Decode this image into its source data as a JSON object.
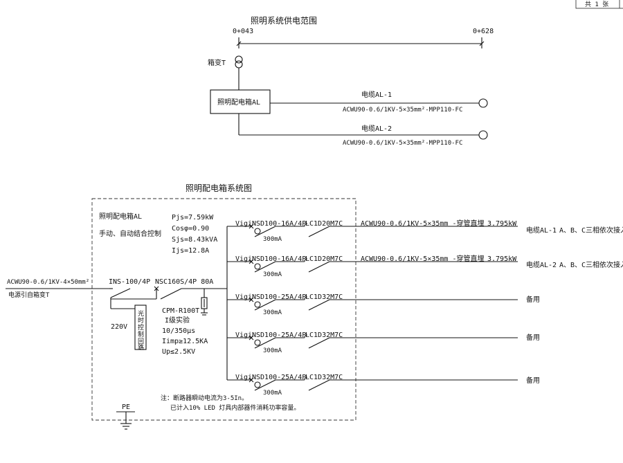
{
  "header": {
    "sheet_count": "共 1 张"
  },
  "supply_range": {
    "title": "照明系统供电范围",
    "start_label": "0+043",
    "end_label": "0+628",
    "transformer_label": "箱变T",
    "panel_label": "照明配电箱AL",
    "feeders": [
      {
        "name": "电缆AL-1",
        "cable": "ACWU90-0.6/1KV-5×35mm²-MPP110-FC"
      },
      {
        "name": "电缆AL-2",
        "cable": "ACWU90-0.6/1KV-5×35mm²-MPP110-FC"
      }
    ]
  },
  "panel_system": {
    "title": "照明配电箱系统图",
    "panel_name": "照明配电箱AL",
    "control_mode": "手动、自动结合控制",
    "load_params": [
      "Pjs=7.59kW",
      "Cosφ=0.90",
      "Sjs=8.43kVA",
      "Ijs=12.8A"
    ],
    "incoming_cable": "ACWU90-0.6/1KV-4×50mm²",
    "incoming_source": "电源引自箱变T",
    "main_switch": "INS-100/4P",
    "main_breaker": "NSC160S/4P 80A",
    "spd_specs": [
      "CPM-R100T",
      "I级实验",
      "10/350μs",
      "Iimp≥12.5KA",
      "Up≤2.5KV"
    ],
    "control_voltage": "220V",
    "control_loop_chars": [
      "光",
      "时",
      "控",
      "制",
      "回",
      "路"
    ],
    "pe_label": "PE",
    "notes": [
      "注：断路器瞬动电流为3-5In。",
      "已计入10% LED 灯具内部器件消耗功率容量。"
    ],
    "outgoing": [
      {
        "vigi": "Vigi",
        "breaker": "NSD100-16A/4P",
        "rcd": "300mA",
        "contactor": "LC1D20M7C",
        "cable": "ACWU90-0.6/1KV-5×35mm -穿管直埋",
        "power": "3.795kW",
        "dest": "电缆AL-1",
        "phase_note": "A、B、C三相依次接入"
      },
      {
        "vigi": "Vigi",
        "breaker": "NSD100-16A/4P",
        "rcd": "300mA",
        "contactor": "LC1D20M7C",
        "cable": "ACWU90-0.6/1KV-5×35mm -穿管直埋",
        "power": "3.795kW",
        "dest": "电缆AL-2",
        "phase_note": "A、B、C三相依次接入"
      },
      {
        "vigi": "Vigi",
        "breaker": "NSD100-25A/4P",
        "rcd": "300mA",
        "contactor": "LC1D32M7C",
        "cable": "",
        "power": "",
        "dest": "备用",
        "phase_note": ""
      },
      {
        "vigi": "Vigi",
        "breaker": "NSD100-25A/4P",
        "rcd": "300mA",
        "contactor": "LC1D32M7C",
        "cable": "",
        "power": "",
        "dest": "备用",
        "phase_note": ""
      },
      {
        "vigi": "Vigi",
        "breaker": "NSD100-25A/4P",
        "rcd": "300mA",
        "contactor": "LC1D32M7C",
        "cable": "",
        "power": "",
        "dest": "备用",
        "phase_note": ""
      }
    ]
  }
}
